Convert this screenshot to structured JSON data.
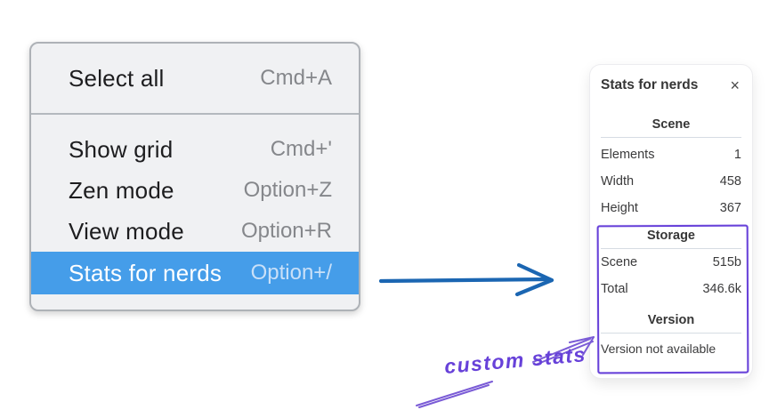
{
  "menu": {
    "highlight_color": "#459de9",
    "sections": [
      {
        "items": [
          {
            "label": "Select all",
            "shortcut": "Cmd+A"
          }
        ]
      },
      {
        "items": [
          {
            "label": "Show grid",
            "shortcut": "Cmd+'"
          },
          {
            "label": "Zen mode",
            "shortcut": "Option+Z"
          },
          {
            "label": "View mode",
            "shortcut": "Option+R"
          },
          {
            "label": "Stats for nerds",
            "shortcut": "Option+/",
            "highlighted": true
          }
        ]
      }
    ]
  },
  "stats_panel": {
    "title": "Stats for nerds",
    "close_icon": "×",
    "sections": [
      {
        "header": "Scene",
        "rows": [
          [
            "Elements",
            "1"
          ],
          [
            "Width",
            "458"
          ],
          [
            "Height",
            "367"
          ]
        ]
      },
      {
        "header": "Storage",
        "rows": [
          [
            "Scene",
            "515b"
          ],
          [
            "Total",
            "346.6k"
          ]
        ]
      },
      {
        "header": "Version",
        "note": "Version not available"
      }
    ]
  },
  "annotation": {
    "label": "custom stats",
    "color": "#6741d9"
  },
  "flow_arrow_color": "#1b66b2"
}
